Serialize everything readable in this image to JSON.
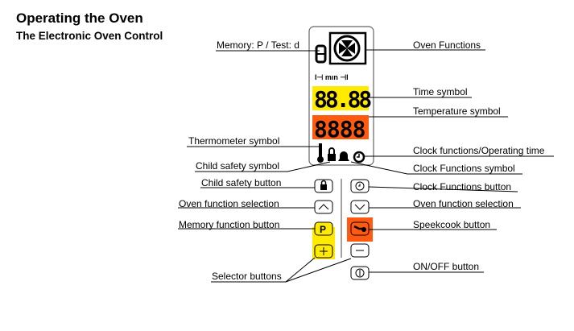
{
  "title": "Operating the Oven",
  "subtitle": "The Electronic Oven Control",
  "labels_left": {
    "memory_test": "Memory: P / Test: d",
    "thermometer": "Thermometer symbol",
    "child_safety_symbol": "Child safety symbol",
    "child_safety_button": "Child safety button",
    "oven_function_selection": "Oven function selection",
    "memory_function_button": "Memory function button",
    "selector_buttons": "Selector buttons"
  },
  "labels_right": {
    "oven_functions": "Oven Functions",
    "time_symbol": "Time symbol",
    "temperature_symbol": "Temperature symbol",
    "clock_functions_operating_time": "Clock functions/Operating time",
    "clock_functions_symbol": "Clock Functions symbol",
    "clock_functions_button": "Clock Functions button",
    "oven_function_selection": "Oven function selection",
    "speedcook_button": "Speekcook button",
    "on_off_button": "ON/OFF button"
  },
  "display": {
    "time_digits": "88.88",
    "temp_digits": "8888",
    "memory_digit": "8",
    "unit_row": "I⊣  mın  ⊣I"
  },
  "colors": {
    "highlight_yellow": "#ffea00",
    "highlight_orange": "#ff5a10"
  }
}
